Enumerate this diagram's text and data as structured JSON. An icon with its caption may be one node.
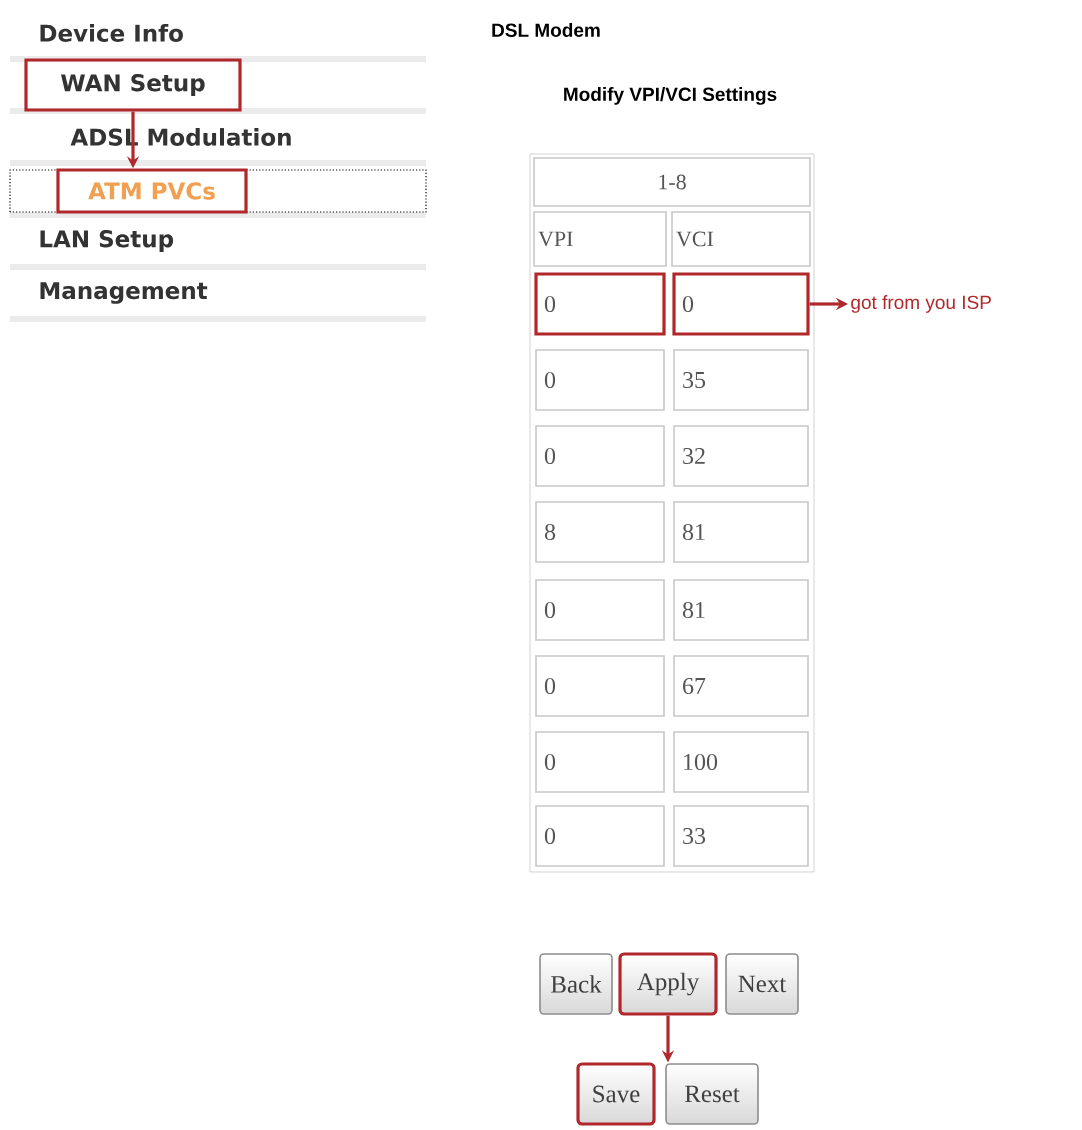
{
  "diagram": {
    "title": "DSL Modem",
    "nodes": [
      {
        "text": [
          "Device Info"
        ]
      },
      {
        "text": [
          "WAN Setup"
        ]
      },
      {
        "text": [
          "ADSL Modulation"
        ]
      },
      {
        "text": [
          "ATM PVCs"
        ]
      },
      {
        "text": [
          "LAN Setup"
        ]
      },
      {
        "text": [
          "Management"
        ]
      },
      {
        "text": [
          "1-8"
        ]
      },
      {
        "text": [
          "VPI"
        ]
      },
      {
        "text": [
          "VCI"
        ]
      },
      {
        "text": [
          "0"
        ]
      },
      {
        "text": [
          "0"
        ]
      },
      {
        "text": [
          "0"
        ]
      },
      {
        "text": [
          "35"
        ]
      },
      {
        "text": [
          "0"
        ]
      },
      {
        "text": [
          "32"
        ]
      },
      {
        "text": [
          "8"
        ]
      },
      {
        "text": [
          "81"
        ]
      },
      {
        "text": [
          "0"
        ]
      },
      {
        "text": [
          "81"
        ]
      },
      {
        "text": [
          "0"
        ]
      },
      {
        "text": [
          "67"
        ]
      },
      {
        "text": [
          "0"
        ]
      },
      {
        "text": [
          "100"
        ]
      },
      {
        "text": [
          "0"
        ]
      },
      {
        "text": [
          "33"
        ]
      },
      {
        "text": [
          "got from you ISP"
        ]
      },
      {
        "text": [
          "Back"
        ]
      },
      {
        "text": [
          "Apply"
        ]
      },
      {
        "text": [
          "Next"
        ]
      },
      {
        "text": [
          "Save"
        ]
      },
      {
        "text": [
          "Reset"
        ]
      }
    ],
    "edges": [
      {
        "from": 1,
        "to": 3,
        "arrow": "to"
      },
      {
        "from": 10,
        "to": 25,
        "arrow": "to"
      },
      {
        "from": 27,
        "to": 29,
        "arrow": "to"
      }
    ],
    "labels": [
      "Modify VPI/VCI Settings"
    ]
  }
}
